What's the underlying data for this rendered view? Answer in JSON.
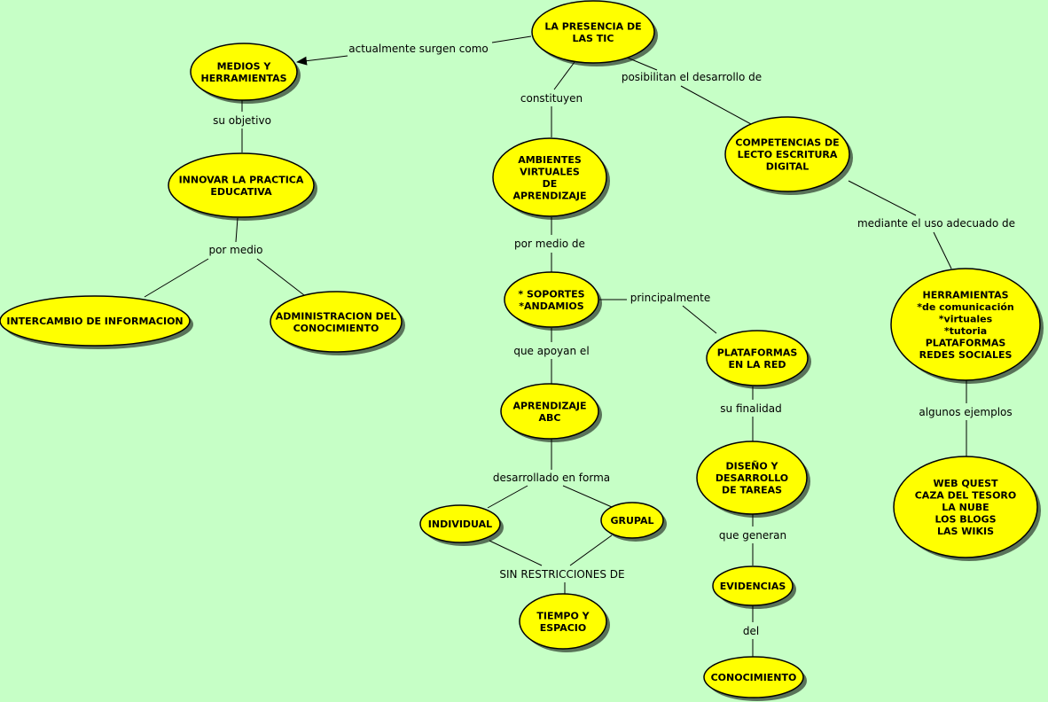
{
  "nodes": {
    "tic": [
      "LA PRESENCIA DE",
      "LAS TIC"
    ],
    "medios": [
      "MEDIOS Y",
      "HERRAMIENTAS"
    ],
    "innovar": [
      "INNOVAR LA PRACTICA",
      "EDUCATIVA"
    ],
    "intercambio": [
      "INTERCAMBIO DE INFORMACION"
    ],
    "administracion": [
      "ADMINISTRACION DEL",
      "CONOCIMIENTO"
    ],
    "ambientes": [
      "AMBIENTES",
      "VIRTUALES",
      "DE",
      "APRENDIZAJE"
    ],
    "soportes": [
      "* SOPORTES",
      "*ANDAMIOS"
    ],
    "aprendizaje": [
      "APRENDIZAJE",
      "ABC"
    ],
    "individual": [
      "INDIVIDUAL"
    ],
    "grupal": [
      "GRUPAL"
    ],
    "tiempo": [
      "TIEMPO Y",
      "ESPACIO"
    ],
    "plataformas": [
      "PLATAFORMAS",
      "EN LA RED"
    ],
    "diseno": [
      "DISEÑO Y",
      "DESARROLLO",
      "DE TAREAS"
    ],
    "evidencias": [
      "EVIDENCIAS"
    ],
    "conocimiento": [
      "CONOCIMIENTO"
    ],
    "competencias": [
      "COMPETENCIAS DE",
      "LECTO ESCRITURA",
      "DIGITAL"
    ],
    "herramientas": [
      "HERRAMIENTAS",
      "*de comunicación",
      "*virtuales",
      "*tutoria",
      "PLATAFORMAS",
      "REDES SOCIALES"
    ],
    "webquest": [
      "WEB QUEST",
      "CAZA DEL TESORO",
      "LA NUBE",
      "LOS BLOGS",
      "LAS WIKIS"
    ]
  },
  "links": {
    "surgen": "actualmente surgen como",
    "objetivo": "su objetivo",
    "por_medio": "por medio",
    "constituyen": "constituyen",
    "posibilitan": "posibilitan el desarrollo de",
    "por_medio_de": "por medio de",
    "principalmente": "principalmente",
    "apoyan": "que apoyan el",
    "desarrollado": "desarrollado en forma",
    "sin_restricciones": "SIN RESTRICCIONES DE",
    "finalidad": "su finalidad",
    "generan": "que generan",
    "del": "del",
    "mediante": "mediante el uso adecuado de",
    "ejemplos": "algunos ejemplos"
  },
  "colors": {
    "background": "#c6ffc6",
    "node_fill": "#ffff00",
    "stroke": "#000000"
  }
}
